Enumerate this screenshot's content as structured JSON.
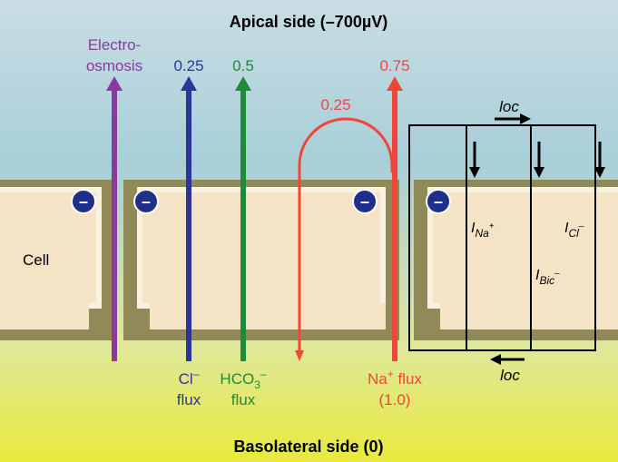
{
  "colors": {
    "electro": "#8a3a9e",
    "chloride": "#2b3597",
    "bicarbonate": "#1f8a3a",
    "sodium": "#f0453a",
    "membrane": "#8f8a57",
    "cell_fill": "#f5e3c6",
    "charge": "#1f2f8a"
  },
  "sides": {
    "apical": "Apical side (–700µV)",
    "basolateral": "Basolateral side (0)"
  },
  "cell_label": "Cell",
  "electro": {
    "line1": "Electro-",
    "line2": "osmosis"
  },
  "chloride": {
    "value": "0.25",
    "ion": "Cl",
    "charge": "–",
    "word": "flux"
  },
  "bicarbonate": {
    "value": "0.5",
    "ion": "HCO",
    "sub": "3",
    "charge": "–",
    "word": "flux"
  },
  "sodium": {
    "value": "0.75",
    "loop_value": "0.25",
    "ion": "Na",
    "charge": "+",
    "word": "flux",
    "total": "(1.0)"
  },
  "circuit": {
    "loc_top": "loc",
    "loc_bottom": "loc",
    "i_na_base": "I",
    "i_na_sub": "Na",
    "i_na_sup": "+",
    "i_cl_base": "I",
    "i_cl_sub": "Cl",
    "i_cl_sup": "–",
    "i_bic_base": "I",
    "i_bic_sub": "Bic",
    "i_bic_sup": "–"
  },
  "charge_symbol": "–"
}
